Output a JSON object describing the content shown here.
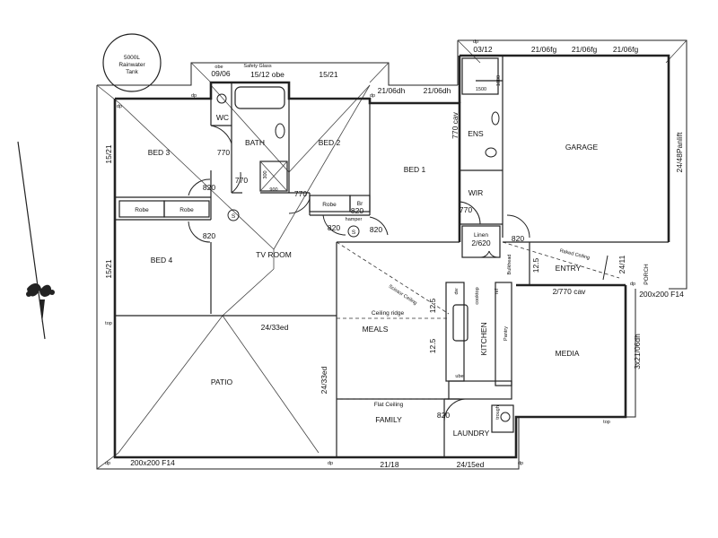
{
  "rooms": {
    "bed3": "BED 3",
    "bed2": "BED 2",
    "bed1": "BED 1",
    "bed4": "BED 4",
    "wc": "WC",
    "bath": "BATH",
    "ens": "ENS",
    "wir": "WIR",
    "garage": "GARAGE",
    "tv_room": "TV ROOM",
    "entry": "ENTRY",
    "porch": "PORCH",
    "meals": "MEALS",
    "kitchen": "KITCHEN",
    "media": "MEDIA",
    "patio": "PATIO",
    "family": "FAMILY",
    "laundry": "LAUNDRY",
    "linen": "Linen",
    "pantry": "Pantry",
    "br": "Br",
    "robe": "Robe"
  },
  "labels": {
    "tank": "5000L\nRainwater\nTank",
    "obe": "obe",
    "safety_glass": "Safety Glass",
    "dp": "dp",
    "top": "top",
    "hamper": "hamper",
    "s": "S",
    "scissor_ceiling": "Scissor Ceiling",
    "ceiling_ridge": "Ceiling ridge",
    "flat_ceiling": "Flat Ceiling",
    "raked_ceiling": "Raked Ceiling",
    "bulkhead": "Bulkhead",
    "cav": "cav",
    "ube": "ube",
    "dw": "dw",
    "ov": "ov",
    "ref": "ref",
    "trough": "trough",
    "cooktop": "cooktop"
  },
  "dims": {
    "d0906": "09/06",
    "d1512obe": "15/12 obe",
    "d1521": "15/21",
    "d2106dh_a": "21/06dh",
    "d2106dh_b": "21/06dh",
    "d0312": "03/12",
    "d2106fg_a": "21/06fg",
    "d2106fg_b": "21/06fg",
    "d2106fg_c": "21/06fg",
    "d1500": "1500",
    "d1000": "1000",
    "d770cav": "770 cav",
    "d2448": "24/48Panlift",
    "d1521_left": "15/21",
    "d1521_left2": "15/21",
    "d770_a": "770",
    "d770_b": "770",
    "d770_c": "770",
    "d770_d": "770",
    "d820_a": "820",
    "d820_b": "820",
    "d820_c": "820",
    "d820_d": "820",
    "d820_e": "820",
    "d820_f": "820",
    "d820_g": "820",
    "d300": "300",
    "d900": "900",
    "linen_dim": "2/620",
    "d125_a": "12.5",
    "d125_b": "12.5",
    "d125_c": "12.5",
    "d2411": "24/11",
    "d2770cav": "2/770 cav",
    "d200x200_r": "200x200 F14",
    "d200x200_l": "200x200 F14",
    "d2433ed_a": "24/33ed",
    "d2433ed_b": "24/33ed",
    "d321dh": "3x21/06dh",
    "d2118": "21/18",
    "d2415ed": "24/15ed"
  }
}
